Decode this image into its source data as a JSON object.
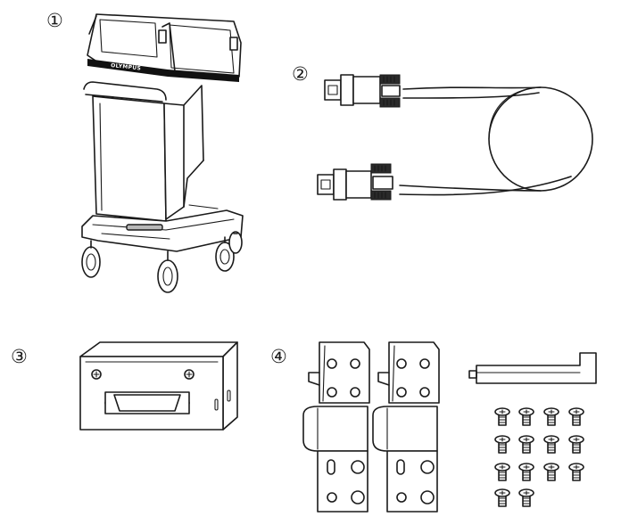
{
  "items": [
    {
      "id": "cart",
      "number": "①",
      "brand": "OLYMPUS"
    },
    {
      "id": "cable",
      "number": "②"
    },
    {
      "id": "connector-box",
      "number": "③"
    },
    {
      "id": "mounting-kit",
      "number": "④"
    }
  ]
}
